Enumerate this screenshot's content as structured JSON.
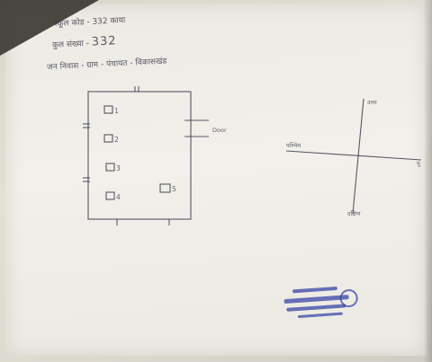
{
  "header": {
    "line_1": "स्कूल कोड - 332 काया",
    "line_2_prefix": "कुल संख्या -",
    "line_2_number": "332",
    "line_3": "जन निवास - ग्राम - पंचायत - विकासखंड"
  },
  "diagram": {
    "box_labels": [
      "1",
      "2",
      "3",
      "4"
    ],
    "extra_box_label": "5",
    "right_component_label": "Door"
  },
  "axes": {
    "north_label": "उत्तर",
    "west_label": "पश्चिम",
    "east_label": "पू",
    "south_label": "दक्षिण"
  },
  "colors": {
    "ink": "#3c3c4c",
    "stamp": "#2f3fa3"
  }
}
